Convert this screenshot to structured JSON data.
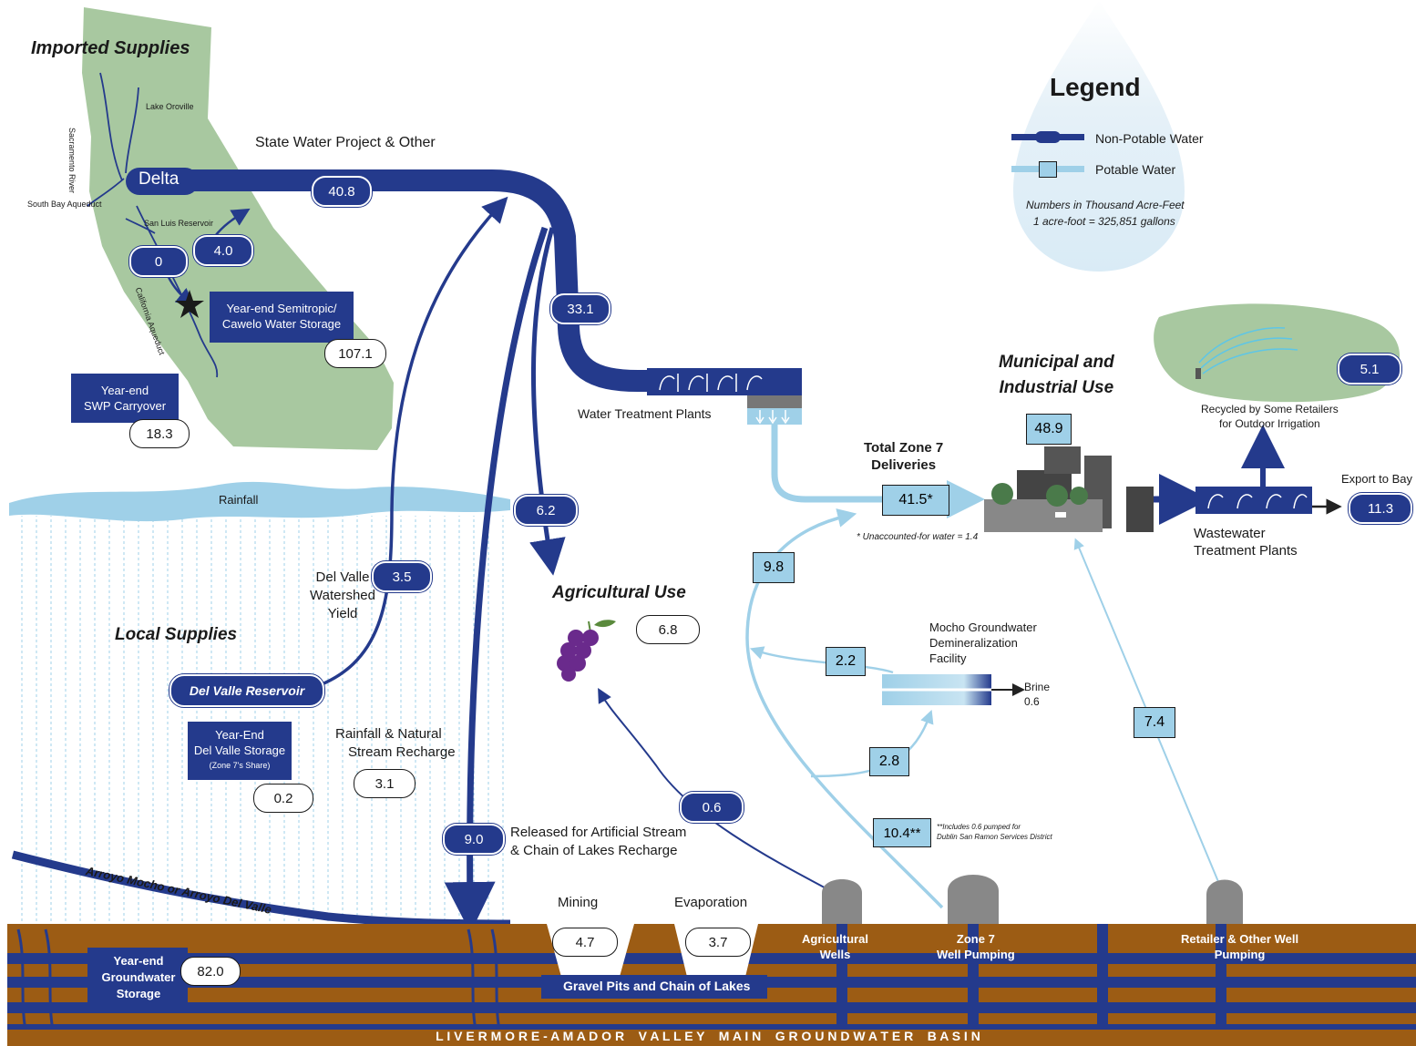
{
  "colors": {
    "non_potable": "#243a8c",
    "potable": "#9fd0e8",
    "land_green": "#a8c8a0",
    "ground_brown": "#9c5c14",
    "label_box": "#243a8c"
  },
  "imported": {
    "title": "Imported Supplies",
    "lake_oroville": "Lake Oroville",
    "sacramento_river": "Sacramento River",
    "south_bay_aqueduct": "South Bay Aqueduct",
    "san_luis_reservoir": "San Luis Reservoir",
    "california_aqueduct": "California Aqueduct",
    "delta": "Delta",
    "swp_label": "State Water Project & Other",
    "swp_value": "40.8",
    "san_luis_value": "0",
    "to_storage_value": "4.0",
    "semitropic_line1": "Year-end Semitropic/",
    "semitropic_line2": "Cawelo Water Storage",
    "semitropic_value": "107.1",
    "carryover_line1": "Year-end",
    "carryover_line2": "SWP Carryover",
    "carryover_value": "18.3"
  },
  "legend": {
    "title": "Legend",
    "non_potable": "Non-Potable Water",
    "potable": "Potable Water",
    "units_line1": "Numbers in Thousand Acre-Feet",
    "units_line2": "1 acre-foot = 325,851 gallons"
  },
  "treatment": {
    "to_wtp_value": "33.1",
    "wtp_label": "Water Treatment Plants",
    "to_ag_value": "6.2"
  },
  "local": {
    "rainfall": "Rainfall",
    "title": "Local Supplies",
    "watershed_line1": "Del Valle",
    "watershed_line2": "Watershed",
    "watershed_line3": "Yield",
    "watershed_value": "3.5",
    "reservoir": "Del Valle Reservoir",
    "storage_line1": "Year-End",
    "storage_line2": "Del Valle Storage",
    "storage_line3": "(Zone 7's Share)",
    "storage_value": "0.2",
    "recharge_line1": "Rainfall & Natural",
    "recharge_line2": "Stream Recharge",
    "recharge_value": "3.1",
    "arroyo": "Arroyo Mocho or Arroyo Del Valle",
    "release_value": "9.0",
    "release_line1": "Released for Artificial Stream",
    "release_line2": "& Chain of Lakes Recharge"
  },
  "agriculture": {
    "title": "Agricultural Use",
    "value": "6.8",
    "wells_value": "0.6"
  },
  "deliveries": {
    "title_line1": "Total Zone 7",
    "title_line2": "Deliveries",
    "value": "41.5*",
    "footnote": "* Unaccounted-for water = 1.4",
    "wells_to_deliveries": "9.8"
  },
  "municipal": {
    "title_line1": "Municipal and",
    "title_line2": "Industrial Use",
    "value": "48.9",
    "retailer_value": "7.4"
  },
  "wastewater": {
    "label_line1": "Wastewater",
    "label_line2": "Treatment Plants",
    "export_label": "Export to Bay",
    "export_value": "11.3",
    "recycled_line1": "Recycled by Some Retailers",
    "recycled_line2": "for Outdoor Irrigation",
    "recycled_value": "5.1"
  },
  "mocho": {
    "line1": "Mocho Groundwater",
    "line2": "Demineralization",
    "line3": "Facility",
    "out_value": "2.2",
    "in_value": "2.8",
    "brine": "Brine",
    "brine_value": "0.6",
    "zone7_value": "10.4**",
    "zone7_note1": "**Includes 0.6 pumped for",
    "zone7_note2": "Dublin San Ramon Services District"
  },
  "basin": {
    "mining": "Mining",
    "mining_value": "4.7",
    "evaporation": "Evaporation",
    "evaporation_value": "3.7",
    "gw_line1": "Year-end",
    "gw_line2": "Groundwater",
    "gw_line3": "Storage",
    "gw_value": "82.0",
    "gravel": "Gravel Pits and Chain of Lakes",
    "ag_wells_line1": "Agricultural",
    "ag_wells_line2": "Wells",
    "zone7_line1": "Zone 7",
    "zone7_line2": "Well Pumping",
    "retail_line1": "Retailer & Other Well",
    "retail_line2": "Pumping",
    "basin_name": "L I V E R M O R E - A M A D O R    V A L L E Y    M A I N    G R O U N D W A T E R    B A S I N"
  }
}
